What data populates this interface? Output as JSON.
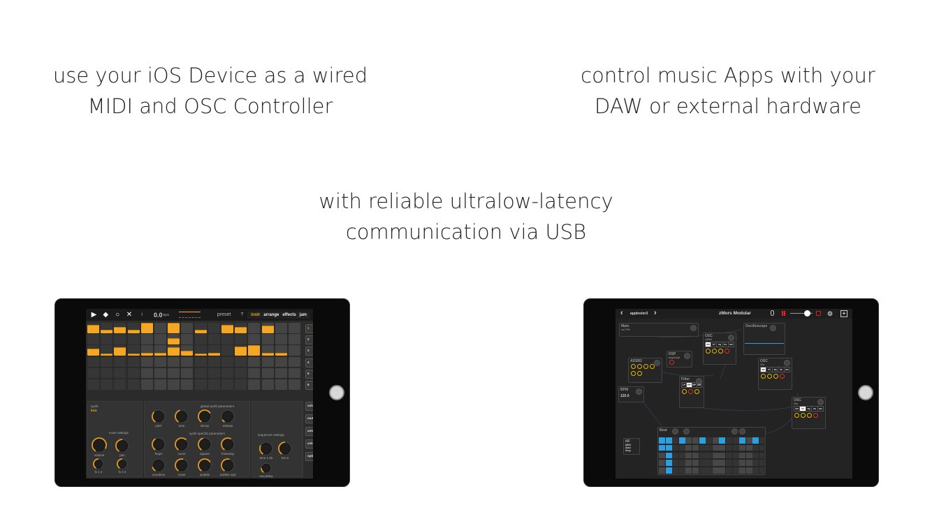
{
  "captions": {
    "left": [
      "use your iOS Device as a wired",
      "MIDI and OSC Controller"
    ],
    "right": [
      "control music Apps with your",
      "DAW or external hardware"
    ],
    "center": [
      "with reliable ultralow-latency",
      "communication via USB"
    ]
  },
  "left_app": {
    "toolbar": {
      "icons": [
        "play-icon",
        "stop-icon",
        "record-icon",
        "tools-icon"
      ],
      "info": "i",
      "bpm_value": "0.0",
      "bpm_unit": "bpm",
      "preset": "preset",
      "help": "?",
      "tabs": [
        {
          "label": "instr",
          "active": true
        },
        {
          "label": "arrange"
        },
        {
          "label": "effects"
        },
        {
          "label": "jam"
        }
      ]
    },
    "accent": "#f5a623",
    "grid": [
      [
        0.8,
        0.3,
        0.6,
        0.3,
        1,
        0,
        1,
        0,
        0.3,
        0,
        0.8,
        0.6,
        0,
        0.7,
        0,
        0
      ],
      [
        0,
        0,
        0,
        0,
        0,
        0,
        0.6,
        0,
        0,
        0,
        0,
        0,
        0,
        0,
        0,
        0
      ],
      [
        0.7,
        0.2,
        0.8,
        0.2,
        0.3,
        0.3,
        0.8,
        0.5,
        0.2,
        0.3,
        0,
        0.9,
        1,
        0.3,
        0.3,
        0
      ],
      [
        0,
        0,
        0,
        0,
        0,
        0,
        0,
        0,
        0,
        0,
        0,
        0,
        0,
        0,
        0,
        0
      ],
      [
        0,
        0,
        0,
        0,
        0,
        0,
        0,
        0,
        0,
        0,
        0,
        0,
        0,
        0,
        0,
        0
      ],
      [
        0,
        0,
        0,
        0,
        0,
        0,
        0,
        0,
        0,
        0,
        0,
        0,
        0,
        0,
        0,
        0
      ]
    ],
    "tracks": [
      "1",
      "2",
      "3",
      "4",
      "5",
      "6"
    ],
    "side_buttons": [
      "solo",
      "mute",
      "autom",
      "velocity",
      "option"
    ],
    "synth_label": "synth",
    "synth_value": "kick",
    "mixer_title": "mixer settings",
    "mixer_knobs": [
      {
        "label": "volume",
        "value": 0.9
      },
      {
        "label": "pan",
        "value": 0.5
      },
      {
        "label": "fx 1 2",
        "value": 0.5
      },
      {
        "label": "fx 3 4",
        "value": 0.5
      }
    ],
    "global_title": "global synth parameters",
    "global_knobs": [
      {
        "label": "pitch",
        "value": 0.35
      },
      {
        "label": "tone",
        "value": 0.45
      },
      {
        "label": "decay",
        "value": 0.7
      },
      {
        "label": "release",
        "value": 0.1
      }
    ],
    "specific_title": "synth specific parameters",
    "specific_knobs": [
      {
        "label": "freqX",
        "value": 0.4
      },
      {
        "label": "curve",
        "value": 0.65
      },
      {
        "label": "square",
        "value": 0.45
      },
      {
        "label": "fmsweep",
        "value": 0.6
      },
      {
        "label": "overdrive",
        "value": 0.15
      },
      {
        "label": "noise",
        "value": 0.55
      },
      {
        "label": "wobble",
        "value": 0.7
      },
      {
        "label": "wobble spd",
        "value": 0.55
      }
    ],
    "sequencer_title": "sequencer settings",
    "sequencer_knobs": [
      {
        "label": "time 1.00",
        "value": 0.3
      },
      {
        "label": "len 8",
        "value": 0.5
      },
      {
        "label": "seq delay",
        "value": 0.2
      }
    ]
  },
  "right_app": {
    "toolbar": {
      "back": "‹",
      "project": "applestor3",
      "forward": "›",
      "title": "zMors Modular",
      "icons": [
        "microphone-icon",
        "pause-icon",
        "volume-slider",
        "lock-icon",
        "settings-icon",
        "add-icon"
      ],
      "volume": 0.75
    },
    "accent": "#2aa0e0",
    "modules": {
      "main": {
        "title": "Main",
        "sub": "vol 70%"
      },
      "osc1": {
        "title": "OSC",
        "sub": "440Hz",
        "waves": [
          "sin",
          "tri",
          "sq",
          "ns",
          "sw"
        ],
        "active": 0
      },
      "scope": {
        "title": "Oscilloscope"
      },
      "dsp": {
        "title": "DSP",
        "sub": "ampAmpl"
      },
      "adsr": {
        "title": "ADSR2"
      },
      "filter": {
        "title": "Filter",
        "waves": [
          "LP",
          "HP",
          "BP",
          "BR"
        ],
        "active": 1
      },
      "osc2": {
        "title": "OSC",
        "sub": "1Hz",
        "waves": [
          "sin",
          "tri",
          "sq",
          "ns",
          "sw"
        ],
        "active": 0
      },
      "bpm": {
        "title": "BPM",
        "value": "120.0"
      },
      "osc3": {
        "title": "OSC",
        "sub": "2Hz",
        "waves": [
          "sin",
          "tri",
          "sq",
          "ns",
          "sw"
        ],
        "active": 1
      },
      "beat": {
        "title": "Beat"
      },
      "mf": {
        "title": "MF",
        "items": [
          "MMC",
          "Start",
          "Stop"
        ]
      }
    },
    "beat_grid": [
      [
        1,
        1,
        0,
        1,
        0,
        0,
        1,
        0,
        0,
        1,
        0,
        0,
        1,
        0,
        1,
        0
      ],
      [
        1,
        1,
        0,
        0,
        0,
        0,
        0,
        0,
        0,
        0,
        0,
        0,
        0,
        0,
        0,
        0
      ],
      [
        0,
        1,
        0,
        0,
        0,
        0,
        0,
        0,
        0,
        0,
        0,
        0,
        0,
        0,
        0,
        0
      ],
      [
        0,
        1,
        0,
        0,
        0,
        0,
        0,
        0,
        0,
        0,
        0,
        0,
        0,
        0,
        0,
        0
      ],
      [
        0,
        1,
        0,
        0,
        0,
        0,
        0,
        0,
        0,
        0,
        0,
        0,
        0,
        0,
        0,
        0
      ]
    ]
  }
}
